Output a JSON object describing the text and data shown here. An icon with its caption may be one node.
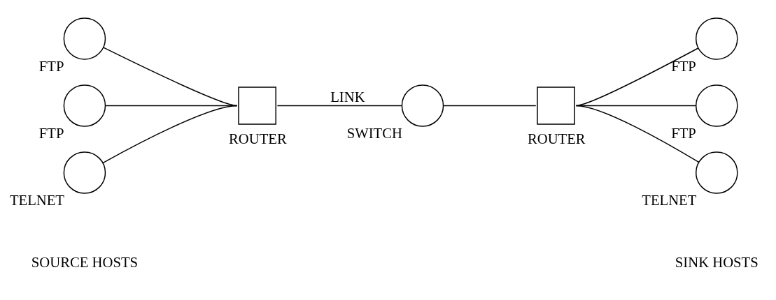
{
  "diagram": {
    "nodes": [
      {
        "text": [],
        "shape": "circle",
        "beside": [
          "FTP"
        ]
      },
      {
        "text": [],
        "shape": "circle",
        "beside": [
          "FTP"
        ]
      },
      {
        "text": [],
        "shape": "circle",
        "beside": [
          "TELNET"
        ]
      },
      {
        "text": [],
        "shape": "box",
        "beside": [
          "ROUTER"
        ]
      },
      {
        "text": [],
        "shape": "circle",
        "beside": [
          "SWITCH"
        ]
      },
      {
        "text": [],
        "shape": "box",
        "beside": [
          "ROUTER"
        ]
      },
      {
        "text": [],
        "shape": "circle",
        "beside": [
          "FTP"
        ]
      },
      {
        "text": [],
        "shape": "circle",
        "beside": [
          "FTP"
        ]
      },
      {
        "text": [],
        "shape": "circle",
        "beside": [
          "TELNET"
        ]
      }
    ],
    "edges": [
      {
        "from": 0,
        "to": 3,
        "arrow": "none"
      },
      {
        "from": 1,
        "to": 3,
        "arrow": "none"
      },
      {
        "from": 2,
        "to": 3,
        "arrow": "none"
      },
      {
        "from": 3,
        "to": 4,
        "arrow": "none",
        "label": "LINK"
      },
      {
        "from": 4,
        "to": 5,
        "arrow": "none"
      },
      {
        "from": 5,
        "to": 6,
        "arrow": "none"
      },
      {
        "from": 5,
        "to": 7,
        "arrow": "none"
      },
      {
        "from": 5,
        "to": 8,
        "arrow": "none"
      }
    ],
    "labels": [
      "SOURCE HOSTS",
      "SINK HOSTS"
    ]
  }
}
